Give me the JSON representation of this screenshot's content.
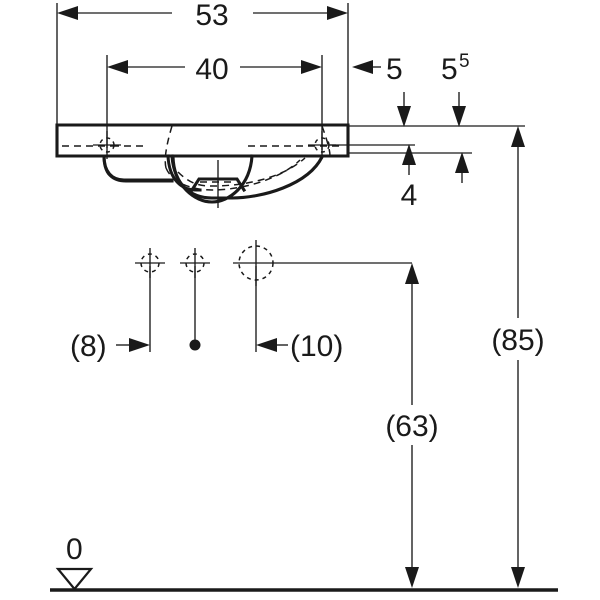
{
  "drawing": {
    "type": "technical-dimension-drawing",
    "subject": "washbasin-front-elevation",
    "units": "cm",
    "background_color": "#ffffff",
    "line_color": "#1a1a1a",
    "dimensions": {
      "overall_width": "53",
      "bowl_width": "40",
      "right_edge_offset": "5",
      "rim_thickness_label": "5",
      "rim_thickness_superscript": "5",
      "rim_depth": "4",
      "tap_hole_left_offset": "(8)",
      "tap_hole_spacing": "(10)",
      "basin_rim_height": "(85)",
      "tap_hole_height": "(63)",
      "floor_datum": "0"
    }
  }
}
